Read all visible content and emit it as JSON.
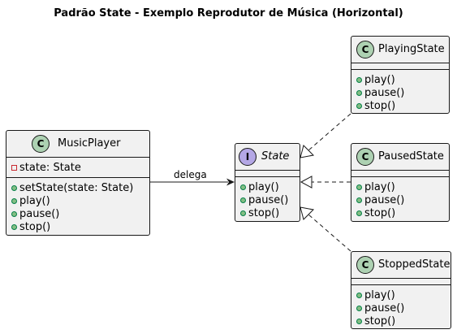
{
  "title": "Padrão State - Exemplo Reprodutor de Música (Horizontal)",
  "classes": {
    "music_player": {
      "stereotype": "C",
      "name": "MusicPlayer",
      "attributes": [
        {
          "visibility": "private",
          "text": "state: State"
        }
      ],
      "methods": [
        {
          "visibility": "public",
          "text": "setState(state: State)"
        },
        {
          "visibility": "public",
          "text": "play()"
        },
        {
          "visibility": "public",
          "text": "pause()"
        },
        {
          "visibility": "public",
          "text": "stop()"
        }
      ]
    },
    "state": {
      "stereotype": "I",
      "name": "State",
      "attributes": [],
      "methods": [
        {
          "visibility": "public",
          "text": "play()"
        },
        {
          "visibility": "public",
          "text": "pause()"
        },
        {
          "visibility": "public",
          "text": "stop()"
        }
      ]
    },
    "playing_state": {
      "stereotype": "C",
      "name": "PlayingState",
      "attributes": [],
      "methods": [
        {
          "visibility": "public",
          "text": "play()"
        },
        {
          "visibility": "public",
          "text": "pause()"
        },
        {
          "visibility": "public",
          "text": "stop()"
        }
      ]
    },
    "paused_state": {
      "stereotype": "C",
      "name": "PausedState",
      "attributes": [],
      "methods": [
        {
          "visibility": "public",
          "text": "play()"
        },
        {
          "visibility": "public",
          "text": "pause()"
        },
        {
          "visibility": "public",
          "text": "stop()"
        }
      ]
    },
    "stopped_state": {
      "stereotype": "C",
      "name": "StoppedState",
      "attributes": [],
      "methods": [
        {
          "visibility": "public",
          "text": "play()"
        },
        {
          "visibility": "public",
          "text": "pause()"
        },
        {
          "visibility": "public",
          "text": "stop()"
        }
      ]
    }
  },
  "relations": {
    "delegates_label": "delega"
  },
  "colors": {
    "class_badge": "#add1b2",
    "interface_badge": "#b4a7e5",
    "box_fill": "#f1f1f1",
    "public_marker": "#84be84",
    "private_marker": "#c82930"
  }
}
